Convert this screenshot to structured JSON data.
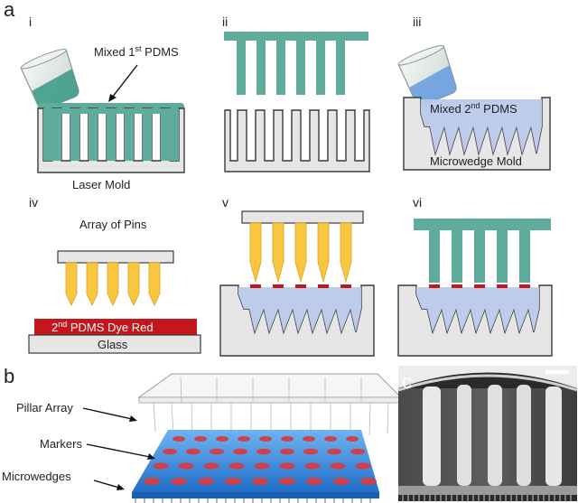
{
  "panels": {
    "a": "a",
    "b": "b",
    "c": "c"
  },
  "subpanels": {
    "i": "i",
    "ii": "ii",
    "iii": "iii",
    "iv": "iv",
    "v": "v",
    "vi": "vi"
  },
  "labels": {
    "mixed_first": "Mixed 1st PDMS",
    "mixed_first_main": "Mixed 1",
    "mixed_first_sup": "st",
    "mixed_first_tail": " PDMS",
    "laser_mold": "Laser Mold",
    "mixed_second": "Mixed 2nd PDMS",
    "mixed_second_main": "Mixed 2",
    "mixed_second_sup": "nd",
    "mixed_second_tail": " PDMS",
    "microwedge_mold": "Microwedge Mold",
    "array_of_pins": "Array of Pins",
    "dye_red": "2nd PDMS Dye Red",
    "dye_red_main": "2",
    "dye_red_sup": "nd",
    "dye_red_tail": " PDMS Dye Red",
    "glass": "Glass",
    "pillar_array": "Pillar Array",
    "markers": "Markers",
    "microwedges": "Microwedges"
  },
  "colors": {
    "teal": "#5fac9c",
    "mold_gray": "#e6e6e6",
    "outline": "#3a3a3a",
    "pin_yellow": "#f9c63f",
    "dye_red": "#c4161c",
    "pdms_blue": "#b9c9ea",
    "marker_red": "#d0404a",
    "microwedge_blue": "#2f8de4"
  }
}
